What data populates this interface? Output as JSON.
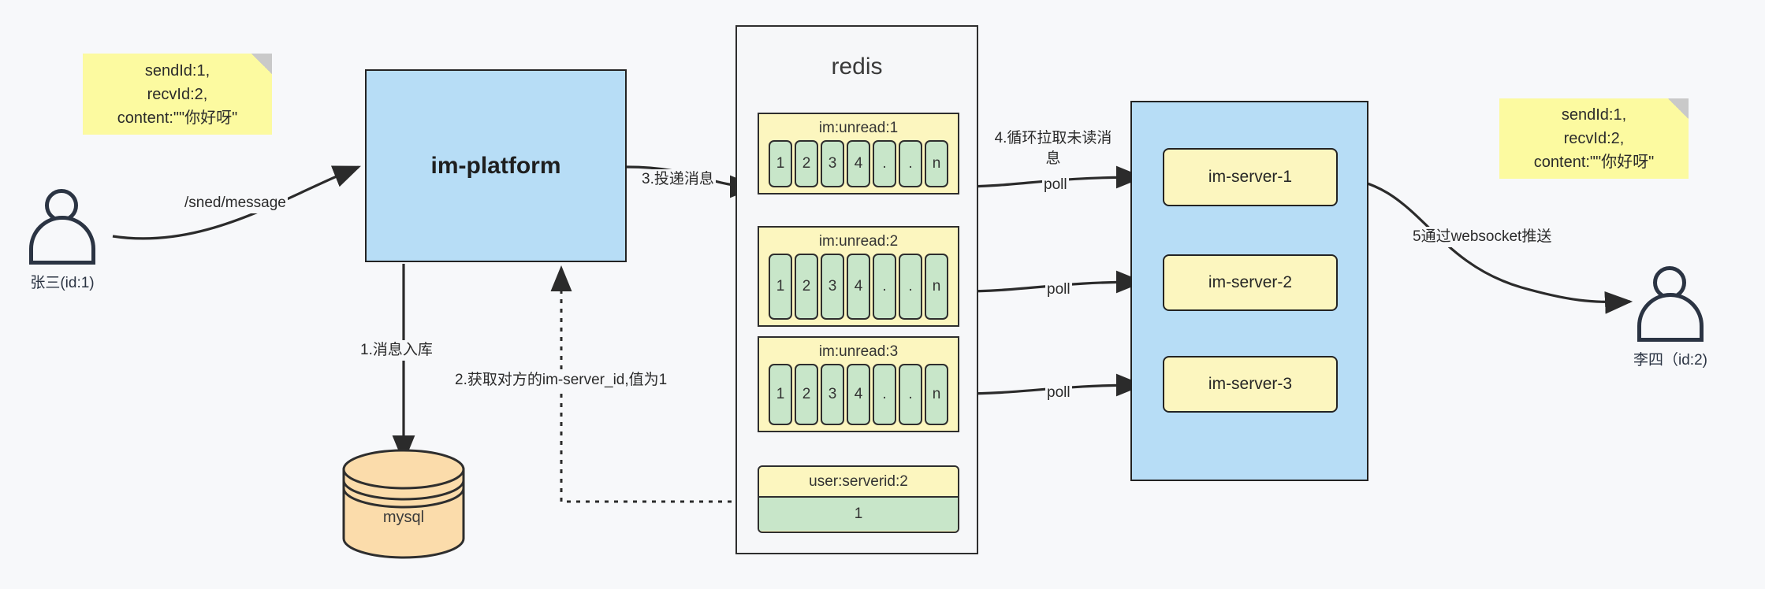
{
  "diagram": {
    "title": "IM message delivery architecture",
    "colors": {
      "background": "#f7f8fa",
      "note_yellow": "#fcfaa0",
      "box_blue": "#b7ddf6",
      "box_yellow": "#fcf6bf",
      "cell_green": "#c8e6c9",
      "db_orange": "#fbdcab",
      "stroke": "#2e2e2e"
    }
  },
  "notes": {
    "left": "sendId:1,\nrecvId:2,\ncontent:\"\"你好呀\"",
    "right": "sendId:1,\nrecvId:2,\ncontent:\"\"你好呀\""
  },
  "actors": {
    "sender": {
      "name": "张三(id:1)"
    },
    "receiver": {
      "name": "李四（id:2)"
    }
  },
  "platform": {
    "label": "im-platform"
  },
  "database": {
    "label": "mysql"
  },
  "redis": {
    "title": "redis",
    "queues": [
      {
        "key": "im:unread:1",
        "cells": [
          "1",
          "2",
          "3",
          "4",
          ".",
          ".",
          "n"
        ]
      },
      {
        "key": "im:unread:2",
        "cells": [
          "1",
          "2",
          "3",
          "4",
          ".",
          ".",
          "n"
        ]
      },
      {
        "key": "im:unread:3",
        "cells": [
          "1",
          "2",
          "3",
          "4",
          ".",
          ".",
          "n"
        ]
      }
    ],
    "kv": {
      "key": "user:serverid:2",
      "value": "1"
    }
  },
  "servers": [
    {
      "label": "im-server-1"
    },
    {
      "label": "im-server-2"
    },
    {
      "label": "im-server-3"
    }
  ],
  "edge_labels": {
    "send_message": "/sned/message",
    "step1": "1.消息入库",
    "step2": "2.获取对方的im-server_id,值为1",
    "step3": "3.投递消息",
    "step4": "4.循环拉取未读消息",
    "poll1": "poll",
    "poll2": "poll",
    "poll3": "poll",
    "step5": "5通过websocket推送"
  }
}
